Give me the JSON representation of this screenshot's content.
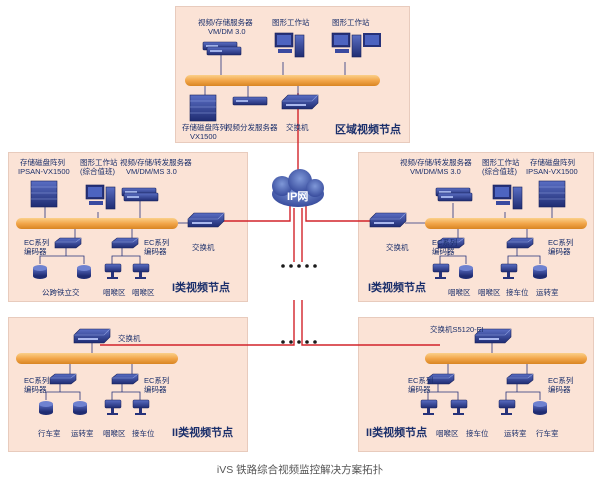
{
  "top_node": {
    "title": "区域视频节点",
    "server_label_1": "视频/存储服务器",
    "server_label_2": "VM/DM 3.0",
    "ws_label_1": "图形工作站",
    "ws_label_2": "图形工作站",
    "storage_label_1": "存储磁盘阵列",
    "storage_label_2": "VX1500",
    "dist_label": "视频分发服务器",
    "switch_label": "交换机"
  },
  "cloud_label": "IP网",
  "left_class1": {
    "title": "I类视频节点",
    "storage_1": "存储磁盘阵列",
    "storage_2": "IPSAN-VX1500",
    "ws_1": "图形工作站",
    "ws_2": "(综合值班)",
    "server_1": "视频/存储/转发服务器",
    "server_2": "VM/DM/MS 3.0",
    "switch": "交换机",
    "enc1_1": "EC系列",
    "enc1_2": "编码器",
    "enc2_1": "EC系列",
    "enc2_2": "编码器",
    "cams": [
      "公跨铁立交",
      "咽喉区",
      "咽喉区"
    ]
  },
  "right_class1": {
    "title": "I类视频节点",
    "server_1": "视频/存储/转发服务器",
    "server_2": "VM/DM/MS 3.0",
    "ws_1": "图形工作站",
    "ws_2": "(综合值班)",
    "storage_1": "存储磁盘阵列",
    "storage_2": "IPSAN-VX1500",
    "switch": "交换机",
    "enc1_1": "EC系列",
    "enc1_2": "编码器",
    "enc2_1": "EC系列",
    "enc2_2": "编码器",
    "cams": [
      "咽喉区",
      "咽喉区",
      "接车位",
      "运转室"
    ]
  },
  "left_class2": {
    "title": "II类视频节点",
    "switch": "交换机",
    "enc1_1": "EC系列",
    "enc1_2": "编码器",
    "enc2_1": "EC系列",
    "enc2_2": "编码器",
    "cams": [
      "行车室",
      "运转室",
      "咽喉区",
      "接车位"
    ]
  },
  "right_class2": {
    "title": "II类视频节点",
    "switch": "交换机S5120-EI",
    "enc1_1": "EC系列",
    "enc1_2": "编码器",
    "enc2_1": "EC系列",
    "enc2_2": "编码器",
    "cams": [
      "咽喉区",
      "接车位",
      "运转室",
      "行车室"
    ]
  },
  "caption": "iVS 铁路综合视频监控解决方案拓扑",
  "colors": {
    "panel": "#fbe3d6",
    "bus": "#f2a64a",
    "link": "#d2232a",
    "device": "#2b3b8c",
    "text": "#1b2f6b"
  }
}
